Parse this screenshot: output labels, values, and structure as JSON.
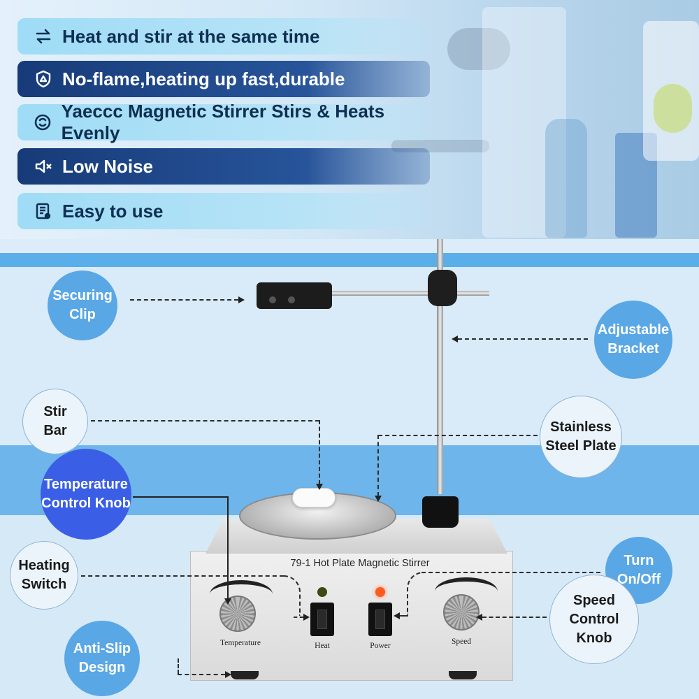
{
  "features": [
    {
      "icon": "swap-arrows-icon",
      "label": "Heat and stir at the same time",
      "style": "light"
    },
    {
      "icon": "shield-icon",
      "label": "No-flame,heating up fast,durable",
      "style": "dark"
    },
    {
      "icon": "rotate-icon",
      "label": "Yaeccc Magnetic Stirrer Stirs & Heats Evenly",
      "style": "light"
    },
    {
      "icon": "mute-speaker-icon",
      "label": "Low Noise",
      "style": "dark"
    },
    {
      "icon": "manual-icon",
      "label": "Easy to use",
      "style": "light"
    }
  ],
  "callouts": {
    "securing_clip": [
      "Securing",
      "Clip"
    ],
    "adjustable_bracket": [
      "Adjustable",
      "Bracket"
    ],
    "stir_bar": [
      "Stir",
      "Bar"
    ],
    "stainless_steel_plate": [
      "Stainless",
      "Steel Plate"
    ],
    "temperature_control_knob": [
      "Temperature",
      "Control Knob"
    ],
    "heating_switch": [
      "Heating",
      "Switch"
    ],
    "turn_on_off": [
      "Turn",
      "On/Off"
    ],
    "speed_control_knob": [
      "Speed",
      "Control Knob"
    ],
    "anti_slip_design": [
      "Anti-Slip",
      "Design"
    ]
  },
  "device": {
    "title": "79-1 Hot Plate Magnetic Stirrer",
    "labels": {
      "temperature": "Temperature",
      "heat": "Heat",
      "power": "Power",
      "speed": "Speed"
    }
  },
  "colors": {
    "pill_light": "#9fdcf6",
    "pill_dark": "#173b78",
    "bubble_blue": "#5aa7e6",
    "bubble_deep": "#3a5fe6",
    "band_blue": "#6db5ea",
    "heat_led": "#3b4a12",
    "power_led": "#ff5a1f"
  }
}
